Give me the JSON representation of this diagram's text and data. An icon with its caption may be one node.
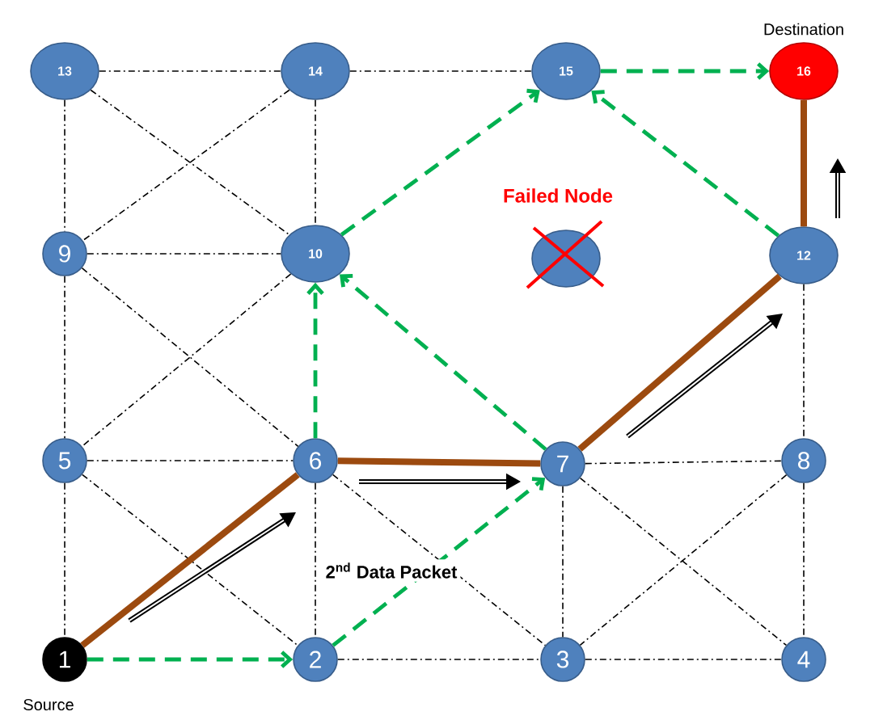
{
  "diagram": {
    "nodes": [
      {
        "text": [
          "13"
        ]
      },
      {
        "text": [
          "14"
        ]
      },
      {
        "text": [
          "15"
        ]
      },
      {
        "text": [
          "16"
        ],
        "beside": [
          "Destination"
        ]
      },
      {
        "text": [
          "9"
        ]
      },
      {
        "text": [
          "10"
        ]
      },
      {
        "text": [],
        "shape": "circle"
      },
      {
        "text": [
          "12"
        ]
      },
      {
        "text": [
          "5"
        ]
      },
      {
        "text": [
          "6"
        ]
      },
      {
        "text": [
          "7"
        ]
      },
      {
        "text": [
          "8"
        ]
      },
      {
        "text": [
          "1"
        ],
        "beside": [
          "Source"
        ]
      },
      {
        "text": [
          "2"
        ]
      },
      {
        "text": [
          "3"
        ]
      },
      {
        "text": [
          "4"
        ]
      }
    ],
    "edges": [
      {
        "from": 0,
        "to": 1,
        "arrow": "none",
        "style": "dashed"
      },
      {
        "from": 1,
        "to": 2,
        "arrow": "none",
        "style": "dashed"
      },
      {
        "from": 4,
        "to": 5,
        "arrow": "none",
        "style": "dashed"
      },
      {
        "from": 8,
        "to": 9,
        "arrow": "none",
        "style": "dashed"
      },
      {
        "from": 10,
        "to": 11,
        "arrow": "none",
        "style": "dashed"
      },
      {
        "from": 13,
        "to": 14,
        "arrow": "none",
        "style": "dashed"
      },
      {
        "from": 14,
        "to": 15,
        "arrow": "none",
        "style": "dashed"
      },
      {
        "from": 0,
        "to": 4,
        "arrow": "none",
        "style": "dashed"
      },
      {
        "from": 4,
        "to": 8,
        "arrow": "none",
        "style": "dashed"
      },
      {
        "from": 8,
        "to": 12,
        "arrow": "none",
        "style": "dashed"
      },
      {
        "from": 1,
        "to": 5,
        "arrow": "none",
        "style": "dashed"
      },
      {
        "from": 9,
        "to": 13,
        "arrow": "none",
        "style": "dashed"
      },
      {
        "from": 10,
        "to": 14,
        "arrow": "none",
        "style": "dashed"
      },
      {
        "from": 11,
        "to": 15,
        "arrow": "none",
        "style": "dashed"
      },
      {
        "from": 7,
        "to": 11,
        "arrow": "none",
        "style": "dashed"
      },
      {
        "from": 0,
        "to": 5,
        "arrow": "none",
        "style": "dashed"
      },
      {
        "from": 1,
        "to": 4,
        "arrow": "none",
        "style": "dashed"
      },
      {
        "from": 4,
        "to": 9,
        "arrow": "none",
        "style": "dashed"
      },
      {
        "from": 5,
        "to": 8,
        "arrow": "none",
        "style": "dashed"
      },
      {
        "from": 8,
        "to": 13,
        "arrow": "none",
        "style": "dashed"
      },
      {
        "from": 9,
        "to": 14,
        "arrow": "none",
        "style": "dashed"
      },
      {
        "from": 10,
        "to": 15,
        "arrow": "none",
        "style": "dashed"
      },
      {
        "from": 11,
        "to": 14,
        "arrow": "none",
        "style": "dashed"
      },
      {
        "from": 12,
        "to": 13,
        "arrow": "to",
        "style": "dashed",
        "color": "#00b050"
      },
      {
        "from": 13,
        "to": 10,
        "arrow": "to",
        "style": "dashed",
        "color": "#00b050"
      },
      {
        "from": 10,
        "to": 5,
        "arrow": "to",
        "style": "dashed",
        "color": "#00b050"
      },
      {
        "from": 9,
        "to": 5,
        "arrow": "to",
        "style": "dashed",
        "color": "#00b050"
      },
      {
        "from": 5,
        "to": 2,
        "arrow": "to",
        "style": "dashed",
        "color": "#00b050"
      },
      {
        "from": 7,
        "to": 2,
        "arrow": "to",
        "style": "dashed",
        "color": "#00b050"
      },
      {
        "from": 2,
        "to": 3,
        "arrow": "to",
        "style": "dashed",
        "color": "#00b050"
      },
      {
        "from": 12,
        "to": 9,
        "arrow": "none",
        "style": "thick",
        "color": "#9c4a0f"
      },
      {
        "from": 9,
        "to": 10,
        "arrow": "none",
        "style": "thick",
        "color": "#9c4a0f"
      },
      {
        "from": 10,
        "to": 7,
        "arrow": "none",
        "style": "thick",
        "color": "#9c4a0f"
      },
      {
        "from": 7,
        "to": 3,
        "arrow": "none",
        "style": "thick",
        "color": "#9c4a0f"
      }
    ],
    "labels": [
      "Failed Node",
      "2$^{nd}$ Data Packet"
    ]
  }
}
